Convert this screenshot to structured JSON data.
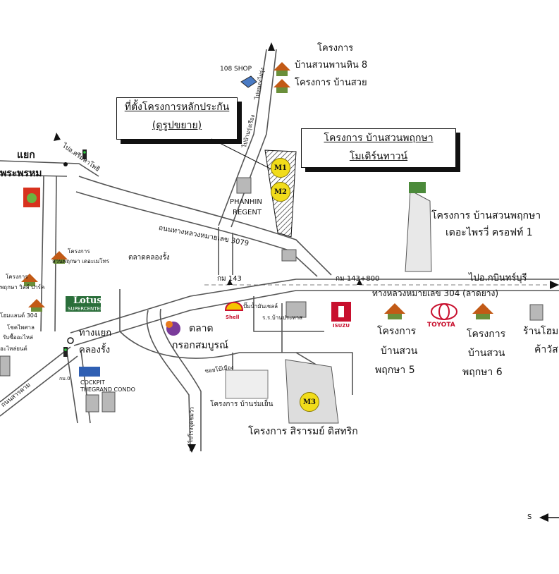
{
  "colors": {
    "road_stroke": "#555555",
    "marker": "#f1dc1a",
    "house_roof": "#c25a16",
    "house_green": "#6a8f3a",
    "isuzu": "#c8102e",
    "toyota": "#c8102e",
    "building": "#b8b8b8"
  },
  "callouts": {
    "main_location": {
      "line1": "ที่ตั้งโครงการหลักประกัน",
      "line2": "(ดูรูปขยาย)"
    },
    "project_modern": {
      "line1": "โครงการ บ้านสวนพฤกษา",
      "line2": "โมเดิร์นทาวน์"
    }
  },
  "markers": {
    "m1": "M1",
    "m2": "M2",
    "m3": "M3"
  },
  "labels": {
    "proj_top": "โครงการ",
    "baan_suan_phanhin": "บ้านสวนพานหิน 8",
    "proj_baan_suay": "โครงการ บ้านสวย",
    "shop_108": "108 SHOP",
    "road_nong_phai": "ไปหนองไผ่รุ่ง",
    "road_to_right": "ไปบ้านรุ่งเรือง",
    "yaek": "แยก",
    "phra_phrom": "พระพรหม",
    "road_sriracha": "ไปอ.ศรีมหาโพธิ",
    "phanhin": "PHANHIN",
    "regent": "REGENT",
    "privy_1": "โครงการ บ้านสวนพฤกษา",
    "privy_2": "เดอะไพรวี่ ครอฟท์ 1",
    "highway_3079": "ถนนทางหลวงหมายเลข 3079",
    "khlong_rung_market": "ตลาดคลองรั้ง",
    "proj_metro_1": "โครงการ",
    "proj_metro_2": "สวนพฤกษา เดอะเมโทร",
    "proj_left_1": "โครงการ",
    "proj_left_2": "พฤกษา วิลล์ ปาร์ค",
    "lotus": "Lotus",
    "lotus_sub": "SUPERCENTER",
    "km143": "กม 143",
    "km143_800": "กม 143+800",
    "to_kabin": "ไปอ.กบินทร์บุรี",
    "highway_304": "ทางหลวงหมายเลข 304 (ลาดยาง)",
    "shell": "Shell",
    "shell_desc": "ปั๊มน้ำมันเชลล์",
    "school": "ร.ร.บ้านประทาส",
    "isuzu": "ISUZU",
    "toyota": "TOYOTA",
    "bs5_1": "โครงการ",
    "bs5_2": "บ้านสวน",
    "bs5_3": "พฤกษา 5",
    "bs6_1": "โครงการ",
    "bs6_2": "บ้านสวน",
    "bs6_3": "พฤกษา 6",
    "shop_right_1": "ร้านโฮม",
    "shop_right_2": "ค้าวัส",
    "siam_land": "โฮมแลนด์ 304",
    "chokchai": "โชคไพศาล",
    "chokchai_2": "รับซื้ออะไหล่",
    "talad_1": "ตลาด",
    "talad_2": "กรอกสมบูรณ์",
    "junction_1": "ทางแยก",
    "junction_2": "คลองรั้ง",
    "parts": "อะไหล่ยนต์",
    "km_small": "กม.0",
    "cockpit": "COCKPIT",
    "grand_condo": "THEGRAND CONDO",
    "bottom_road_left": "ถนนสารคาม",
    "soi_khlong": "ซอยโบ๊เมือง",
    "road_down": "ไปโรงจุดชมวิว",
    "baan_rom_yen": "โครงการ บ้านร่มเย็น",
    "sirarom": "โครงการ สิรารมย์ ดิสทริก",
    "compass_s": "S"
  }
}
